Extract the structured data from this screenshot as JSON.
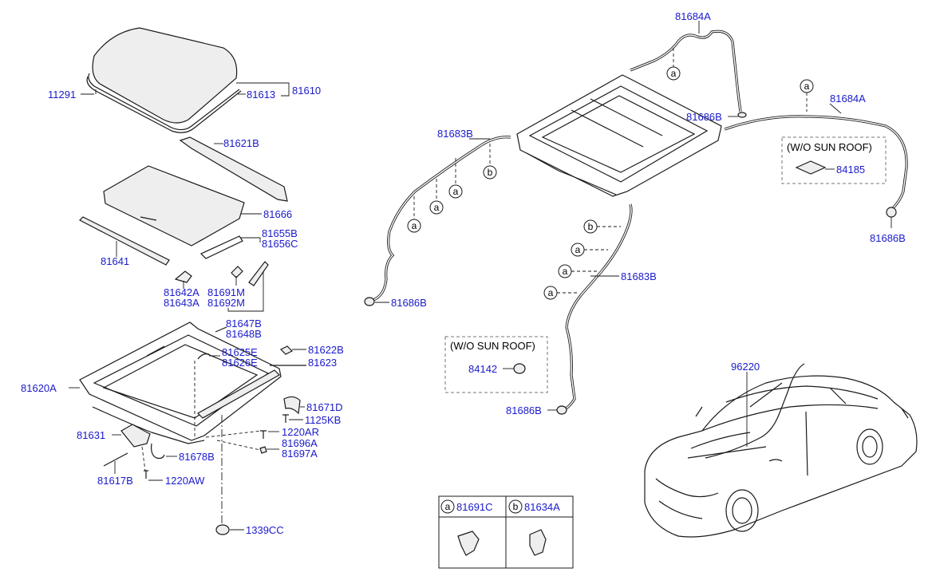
{
  "labels": {
    "p11291": "11291",
    "p81610": "81610",
    "p81613": "81613",
    "p81621B": "81621B",
    "p81666": "81666",
    "p81655B": "81655B",
    "p81656C": "81656C",
    "p81641": "81641",
    "p81642A": "81642A",
    "p81643A": "81643A",
    "p81691M": "81691M",
    "p81692M": "81692M",
    "p81647B": "81647B",
    "p81648B": "81648B",
    "p81625E": "81625E",
    "p81626E": "81626E",
    "p81622B": "81622B",
    "p81623": "81623",
    "p81620A": "81620A",
    "p81671D": "81671D",
    "p1125KB": "1125KB",
    "p81631": "81631",
    "p1220AR": "1220AR",
    "p81696A": "81696A",
    "p81697A": "81697A",
    "p81678B": "81678B",
    "p81617B": "81617B",
    "p1220AW": "1220AW",
    "p1339CC": "1339CC",
    "p81683B_left": "81683B",
    "p81684A_top": "81684A",
    "p81686B_top": "81686B",
    "p81684A_right": "81684A",
    "p84185": "84185",
    "p81686B_right": "81686B",
    "p81686B_left": "81686B",
    "p81683B_mid": "81683B",
    "p84142": "84142",
    "p81686B_bottom": "81686B",
    "p96220": "96220"
  },
  "callouts": {
    "a": "a",
    "b": "b"
  },
  "boxes": {
    "wo_sunroof_right": "(W/O SUN ROOF)",
    "wo_sunroof_left": "(W/O SUN ROOF)"
  },
  "legend_table": {
    "a_letter": "a",
    "a_part": "81691C",
    "b_letter": "b",
    "b_part": "81634A"
  }
}
